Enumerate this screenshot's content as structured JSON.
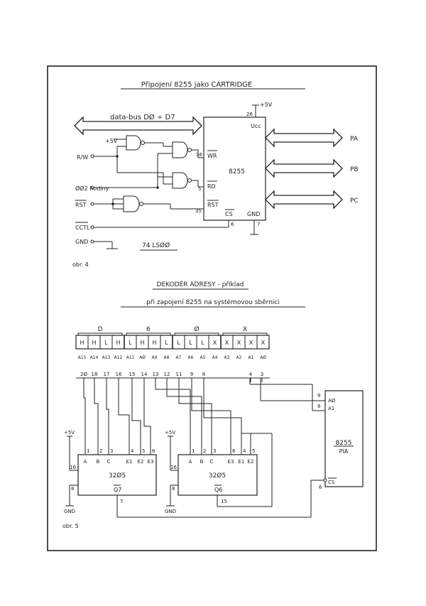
{
  "top": {
    "title": "Připojení 8255 jako CARTRIDGE",
    "databus": "data-bus DØ ÷ D7",
    "vcc_top": "+5V",
    "plus5": "+5V",
    "rw": "R/W",
    "clock": "ØØ2 hodiny",
    "rst": "RST",
    "cctl": "CCTL",
    "gnd": "GND",
    "chip_name": "8255",
    "ucc": "Ucc",
    "wr": "WR",
    "rd": "RD",
    "rst_pin": "RST",
    "cs": "CS",
    "gnd_pin": "GND",
    "pin26": "26",
    "pin36": "36",
    "pin5": "5",
    "pin35": "35",
    "pin6": "6",
    "pin7": "7",
    "pa": "PA",
    "pb": "PB",
    "pc": "PC",
    "ic": "74 LSØØ",
    "caption": "obr. 4"
  },
  "bottom": {
    "title": "DEKODÉR ADRESY - příklad",
    "subtitle": "při zapojení 8255 na systémovou sběrnici",
    "hex": [
      "D",
      "6",
      "Ø",
      "X"
    ],
    "bits": [
      "H",
      "H",
      "L",
      "H",
      "L",
      "H",
      "H",
      "L",
      "L",
      "L",
      "L",
      "X",
      "X",
      "X",
      "X",
      "X"
    ],
    "addr": [
      "A15",
      "A14",
      "A13",
      "A12",
      "A11",
      "AØ",
      "A9",
      "A8",
      "A7",
      "A6",
      "A5",
      "A4",
      "A3",
      "A2",
      "A1",
      "AØ"
    ],
    "pins": [
      "2Ø",
      "18",
      "17",
      "16",
      "15",
      "14",
      "13",
      "12",
      "11",
      "9",
      "8",
      "4",
      "3"
    ],
    "dec1": {
      "name": "32Ø5",
      "vcc": "+5V",
      "gnd": "GND",
      "top_pins": [
        "1",
        "2",
        "3",
        "4",
        "5",
        "6"
      ],
      "inputs": [
        "A",
        "B",
        "C",
        "E1",
        "E2",
        "E3"
      ],
      "vcc_pin": "16",
      "gnd_pin": "8",
      "out": "Q7",
      "out_pin": "7"
    },
    "dec2": {
      "name": "32Ø5",
      "vcc": "+5V",
      "gnd": "GND",
      "top_pins": [
        "1",
        "2",
        "3",
        "6",
        "4",
        "5"
      ],
      "inputs": [
        "A",
        "B",
        "C",
        "E3",
        "E1",
        "E2"
      ],
      "vcc_pin": "16",
      "gnd_pin": "8",
      "out": "Q6",
      "out_pin": "15"
    },
    "pia": {
      "name": "8255",
      "sub": "PIA",
      "in0": "AØ",
      "in1": "A1",
      "in0_pin": "9",
      "in1_pin": "8",
      "cs": "CS",
      "cs_pin": "6"
    },
    "caption": "obr. 5"
  }
}
